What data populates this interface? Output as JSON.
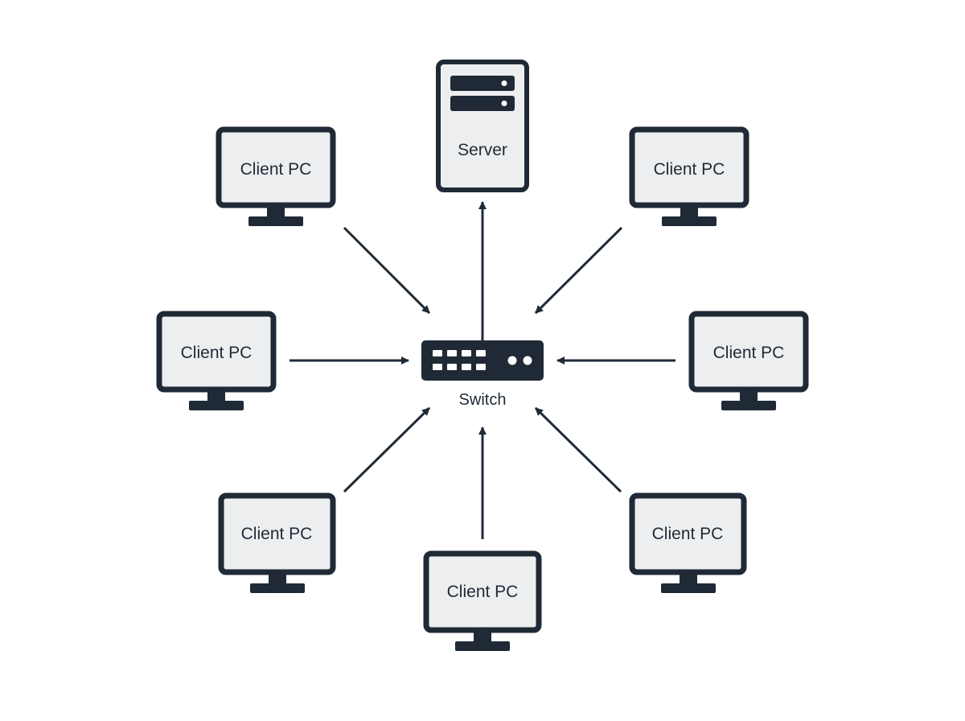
{
  "colors": {
    "stroke": "#1f2a36",
    "screen": "#eceef0",
    "background": "#ffffff",
    "port": "#ffffff"
  },
  "server": {
    "label": "Server",
    "icon": "server-icon"
  },
  "switch": {
    "label": "Switch",
    "icon": "network-switch-icon"
  },
  "clients": [
    {
      "id": "client-top-left",
      "label": "Client PC",
      "icon": "monitor-icon"
    },
    {
      "id": "client-top-right",
      "label": "Client PC",
      "icon": "monitor-icon"
    },
    {
      "id": "client-middle-left",
      "label": "Client PC",
      "icon": "monitor-icon"
    },
    {
      "id": "client-middle-right",
      "label": "Client PC",
      "icon": "monitor-icon"
    },
    {
      "id": "client-bottom-left",
      "label": "Client PC",
      "icon": "monitor-icon"
    },
    {
      "id": "client-bottom-right",
      "label": "Client PC",
      "icon": "monitor-icon"
    },
    {
      "id": "client-bottom-center",
      "label": "Client PC",
      "icon": "monitor-icon"
    }
  ],
  "connections": [
    {
      "from": "client-top-left",
      "to": "switch"
    },
    {
      "from": "client-top-right",
      "to": "switch"
    },
    {
      "from": "client-middle-left",
      "to": "switch"
    },
    {
      "from": "client-middle-right",
      "to": "switch"
    },
    {
      "from": "client-bottom-left",
      "to": "switch"
    },
    {
      "from": "client-bottom-right",
      "to": "switch"
    },
    {
      "from": "client-bottom-center",
      "to": "switch"
    },
    {
      "from": "switch",
      "to": "server"
    }
  ]
}
